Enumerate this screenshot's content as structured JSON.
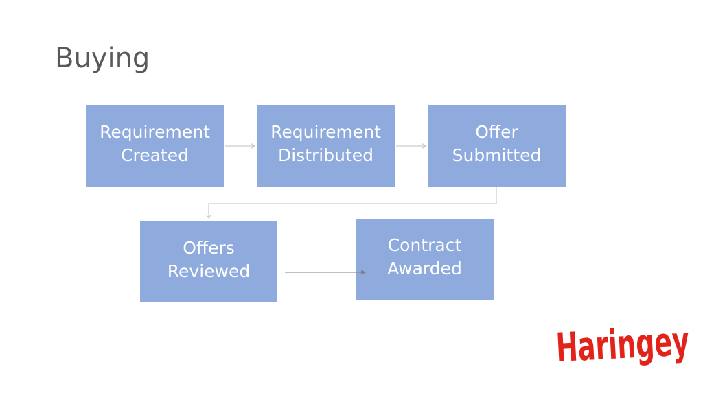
{
  "slide": {
    "title": "Buying"
  },
  "flow": {
    "steps": [
      {
        "label": "Requirement\nCreated"
      },
      {
        "label": "Requirement\nDistributed"
      },
      {
        "label": "Offer\nSubmitted"
      },
      {
        "label": "Offers\nReviewed"
      },
      {
        "label": "Contract\nAwarded"
      }
    ]
  },
  "colors": {
    "box_fill": "#8faadc",
    "box_text": "#ffffff",
    "title_text": "#595959",
    "connector": "#bfbfbf",
    "connector_dark": "#7f7f7f",
    "logo_red": "#e2231a"
  },
  "logo": {
    "text": "Haringey"
  }
}
